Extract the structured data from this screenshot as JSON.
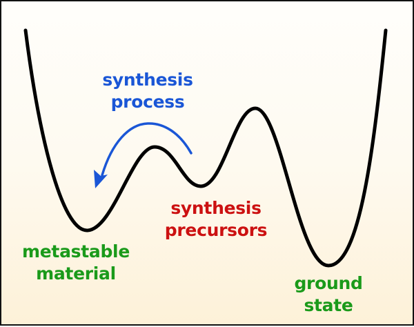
{
  "colors": {
    "process": "#1a56d6",
    "precursor": "#cc1111",
    "state": "#1a9a1a",
    "curve": "#000000"
  },
  "labels": {
    "process": [
      "synthesis",
      "process"
    ],
    "precursors": [
      "synthesis",
      "precursors"
    ],
    "metastable": [
      "metastable",
      "material"
    ],
    "ground": [
      "ground",
      "state"
    ]
  }
}
